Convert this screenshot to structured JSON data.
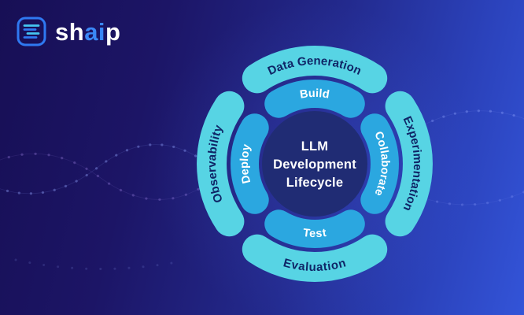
{
  "brand": {
    "wordmark": {
      "prefix": "sh",
      "highlight": "ai",
      "suffix": "p"
    }
  },
  "diagram": {
    "center_title": [
      "LLM",
      "Development",
      "Lifecycle"
    ],
    "outer_ring": {
      "top": "Data Generation",
      "right": "Experimentation",
      "bottom": "Evaluation",
      "left": "Observability"
    },
    "inner_ring": {
      "top": "Build",
      "right": "Collaborate",
      "bottom": "Test",
      "left": "Deploy"
    }
  },
  "colors": {
    "background_left": "#170f55",
    "background_right": "#3354d8",
    "outer_ring": "#57d4e4",
    "inner_ring": "#2ba7e0",
    "center_circle": "#202c74",
    "outer_label_text": "#0f2566",
    "inner_label_text": "#ffffff",
    "center_text": "#ffffff",
    "logo_text": "#ffffff",
    "logo_highlight": "#3a87f5"
  }
}
